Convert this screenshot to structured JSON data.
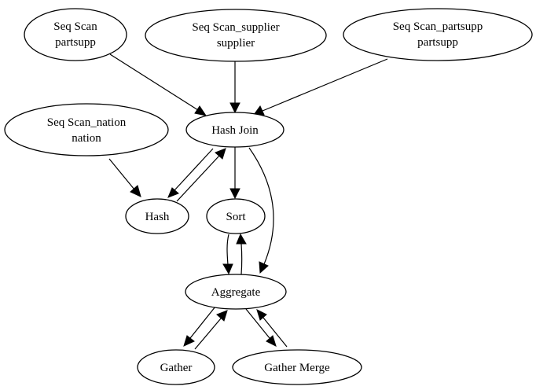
{
  "diagram": {
    "type": "query-plan-graph",
    "nodes": [
      {
        "id": "seq_scan_partsupp_1",
        "lines": [
          "Seq Scan",
          "partsupp"
        ]
      },
      {
        "id": "seq_scan_supplier",
        "lines": [
          "Seq Scan_supplier",
          "supplier"
        ]
      },
      {
        "id": "seq_scan_partsupp_2",
        "lines": [
          "Seq Scan_partsupp",
          "partsupp"
        ]
      },
      {
        "id": "seq_scan_nation",
        "lines": [
          "Seq Scan_nation",
          "nation"
        ]
      },
      {
        "id": "hash_join",
        "lines": [
          "Hash Join"
        ]
      },
      {
        "id": "hash",
        "lines": [
          "Hash"
        ]
      },
      {
        "id": "sort",
        "lines": [
          "Sort"
        ]
      },
      {
        "id": "aggregate",
        "lines": [
          "Aggregate"
        ]
      },
      {
        "id": "gather",
        "lines": [
          "Gather"
        ]
      },
      {
        "id": "gather_merge",
        "lines": [
          "Gather Merge"
        ]
      }
    ],
    "edges": [
      {
        "from": "seq_scan_partsupp_1",
        "to": "hash_join"
      },
      {
        "from": "seq_scan_supplier",
        "to": "hash_join"
      },
      {
        "from": "seq_scan_partsupp_2",
        "to": "hash_join"
      },
      {
        "from": "seq_scan_nation",
        "to": "hash"
      },
      {
        "from": "hash_join",
        "to": "hash"
      },
      {
        "from": "hash",
        "to": "hash_join"
      },
      {
        "from": "hash_join",
        "to": "sort"
      },
      {
        "from": "hash_join",
        "to": "aggregate"
      },
      {
        "from": "sort",
        "to": "aggregate"
      },
      {
        "from": "aggregate",
        "to": "sort"
      },
      {
        "from": "aggregate",
        "to": "gather"
      },
      {
        "from": "gather",
        "to": "aggregate"
      },
      {
        "from": "aggregate",
        "to": "gather_merge"
      },
      {
        "from": "gather_merge",
        "to": "aggregate"
      }
    ]
  }
}
